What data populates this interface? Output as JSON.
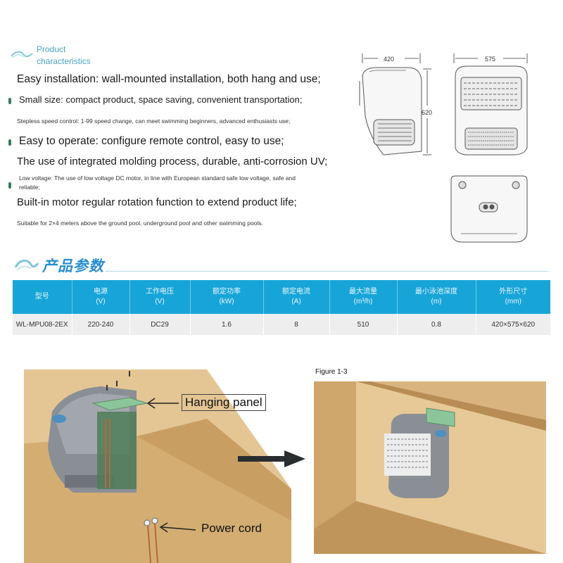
{
  "header": {
    "title_line1": "Product",
    "title_line2": "characteristics"
  },
  "features": [
    "Easy installation: wall-mounted installation, both hang and use;",
    "Small size: compact product, space saving, convenient transportation;",
    "Stepless speed control: 1-99 speed change, can meet swimming beginners, advanced enthusiasts use;",
    "Easy to operate: configure remote control, easy to use;",
    "The use of integrated molding process, durable, anti-corrosion UV;",
    "Low voltage: The use of low voltage DC motor, in line with European standard safe low voltage, safe and",
    "reliable;",
    "Built-in motor regular rotation function to extend product life;",
    "Suitable for 2×4 meters above the ground pool, underground pool and other swimming pools."
  ],
  "dimensions": {
    "side_width": "420",
    "front_width": "575",
    "height": "620"
  },
  "section_title": "产品参数",
  "table": {
    "headers": [
      {
        "name": "型号",
        "unit": ""
      },
      {
        "name": "电源",
        "unit": "(V)"
      },
      {
        "name": "工作电压",
        "unit": "(V)"
      },
      {
        "name": "额定功率",
        "unit": "(kW)"
      },
      {
        "name": "额定电流",
        "unit": "(A)"
      },
      {
        "name": "最大流量",
        "unit": "(m³/h)"
      },
      {
        "name": "最小泳池深度",
        "unit": "(m)"
      },
      {
        "name": "外形尺寸",
        "unit": "(mm)"
      }
    ],
    "row": [
      "WL-MPU08-2EX",
      "220-240",
      "DC29",
      "1.6",
      "8",
      "510",
      "0.8",
      "420×575×620"
    ]
  },
  "callouts": {
    "hanging_panel": "Hanging panel",
    "power_cord": "Power cord",
    "figure": "Figure 1-3"
  },
  "colors": {
    "accent": "#17a5d8",
    "title_blue": "#4aa3c7",
    "wood": "#d9b47e",
    "device_gray": "#8a8f96",
    "panel_green": "#8cc59a"
  }
}
